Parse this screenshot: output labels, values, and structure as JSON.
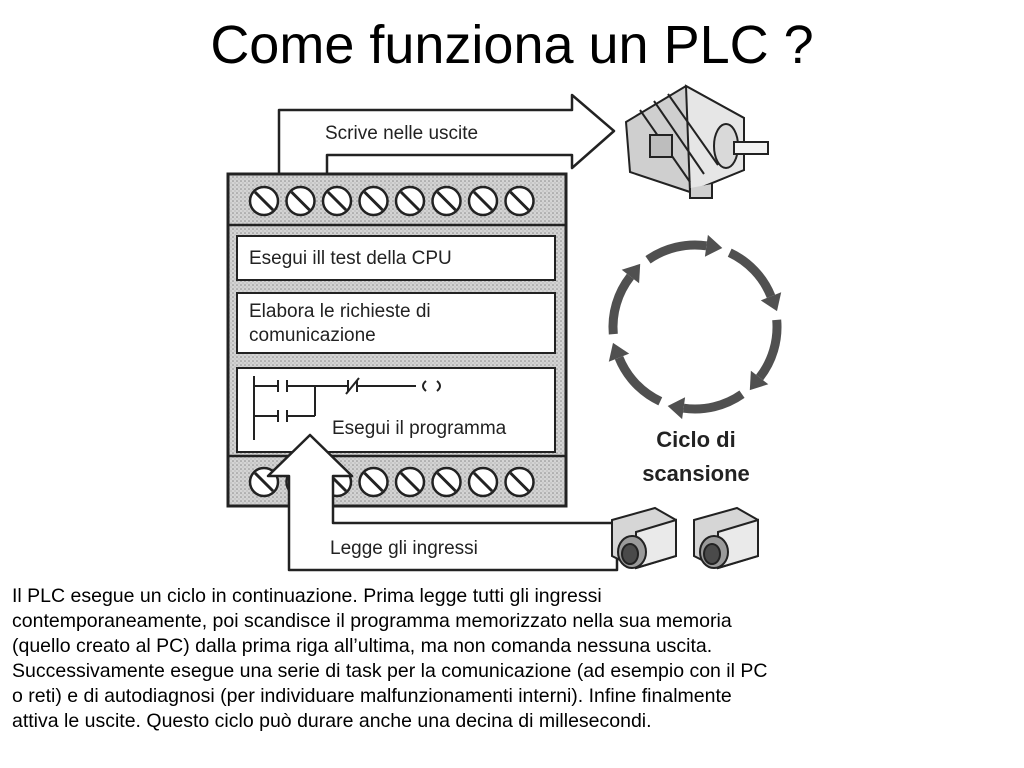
{
  "slide": {
    "title": "Come funziona un PLC ?"
  },
  "diagram": {
    "arrow_top_label": "Scrive nelle uscite",
    "arrow_bottom_label": "Legge gli ingressi",
    "block_test": "Esegui ill test della CPU",
    "block_comm_line1": "Elabora le richieste di",
    "block_comm_line2": "comunicazione",
    "block_program": "Esegui il programma",
    "cycle_label_line1": "Ciclo di",
    "cycle_label_line2": "scansione",
    "output_device": "motor-icon",
    "input_devices": [
      "pushbutton-icon",
      "pushbutton-icon"
    ]
  },
  "caption": {
    "lines": [
      "Il PLC esegue un ciclo in continuazione. Prima legge tutti gli ingressi",
      "contemporaneamente, poi scandisce il programma memorizzato nella sua memoria",
      "(quello creato al PC) dalla prima riga all’ultima, ma non comanda nessuna uscita.",
      "Successivamente esegue una serie di task per la comunicazione (ad esempio con il PC",
      "o reti) e di autodiagnosi (per individuare malfunzionamenti interni). Infine finalmente",
      "attiva le uscite. Questo ciclo  può durare anche una decina di millesecondi."
    ]
  }
}
